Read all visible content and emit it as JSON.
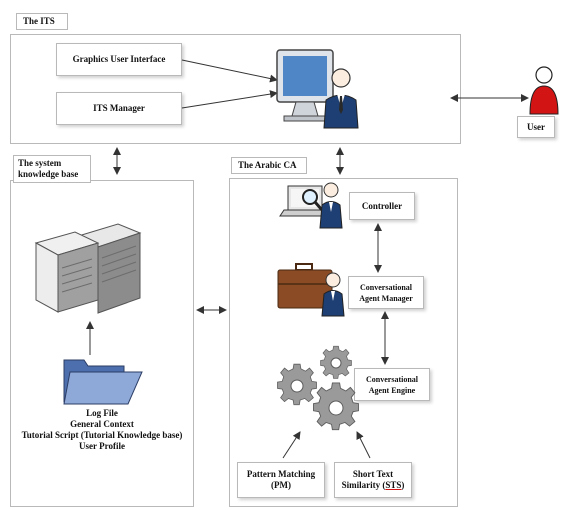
{
  "its": {
    "title": "The ITS",
    "gui": "Graphics User Interface",
    "manager": "ITS Manager"
  },
  "user": {
    "label": "User"
  },
  "kb": {
    "title_line1": "The system",
    "title_line2": "knowledge base",
    "items": [
      "Log File",
      "General Context",
      "Tutorial Script (Tutorial Knowledge base)",
      "User Profile"
    ]
  },
  "ca": {
    "title": "The Arabic CA",
    "controller": "Controller",
    "agent_manager_line1": "Conversational",
    "agent_manager_line2": "Agent Manager",
    "agent_engine_line1": "Conversational",
    "agent_engine_line2": "Agent Engine",
    "pm_line1": "Pattern Matching",
    "pm_line2": "(PM)",
    "sts_line1": "Short Text",
    "sts_line2_prefix": "Similarity (",
    "sts_abbr": "STS",
    "sts_line2_suffix": ")"
  },
  "colors": {
    "user_red": "#d21414",
    "monitor_blue": "#4f86c6",
    "suit_navy": "#1d3f73",
    "folder_blue": "#6f8fc7",
    "briefcase_brown": "#8a4b25",
    "gear_gray": "#9a9a9a"
  },
  "icons": [
    "computer-monitor-icon",
    "person-icon",
    "server-icon",
    "folder-icon",
    "laptop-icon",
    "magnifier-icon",
    "briefcase-icon",
    "gear-icon"
  ]
}
